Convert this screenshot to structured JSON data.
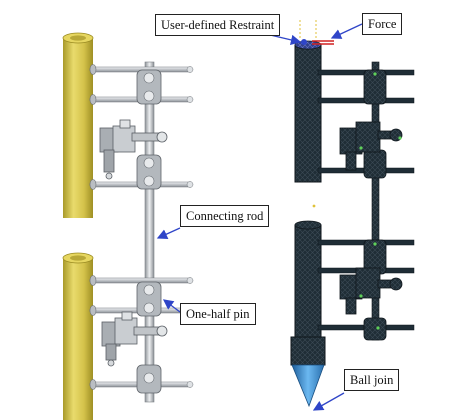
{
  "labels": {
    "user_defined_restraint": "User-defined Restraint",
    "force": "Force",
    "connecting_rod": "Connecting rod",
    "one_half_pin": "One-half pin",
    "ball_join": "Ball join"
  },
  "colors": {
    "bone_yellow": "#d8c64a",
    "metal": "#c2c6ca",
    "mesh_dark": "#1d2a33",
    "mesh_blue": "#3a8ed2",
    "arrow": "#2f45c8",
    "force_red": "#d02020"
  }
}
